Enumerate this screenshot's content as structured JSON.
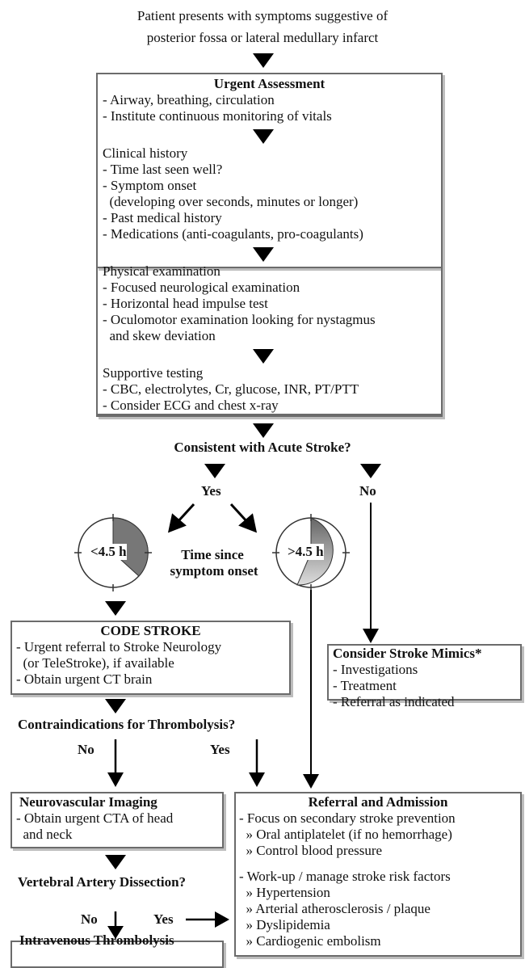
{
  "intro": [
    "Patient presents with symptoms suggestive of",
    "posterior fossa or lateral medullary infarct"
  ],
  "urgent": {
    "title": "Urgent Assessment",
    "items": [
      "- Airway, breathing, circulation",
      "- Institute continuous monitoring of vitals"
    ],
    "history_title": "Clinical history",
    "history": [
      "- Time last seen well?",
      "- Symptom onset",
      "  (developing over seconds, minutes or longer)",
      "- Past medical history",
      "- Medications (anti-coagulants, pro-coagulants)"
    ],
    "exam_title": "Physical examination",
    "exam": [
      "- Focused neurological examination",
      "- Horizontal head impulse test",
      "- Oculomotor examination looking for nystagmus",
      "  and skew deviation"
    ],
    "support_title": "Supportive testing",
    "support": [
      "- CBC, electrolytes, Cr, glucose, INR, PT/PTT",
      "- Consider ECG and chest x-ray"
    ]
  },
  "q_stroke": "Consistent with Acute Stroke?",
  "yes": "Yes",
  "no": "No",
  "clock_left": "<4.5 h",
  "clock_right": ">4.5 h",
  "time_since": [
    "Time since",
    "symptom onset"
  ],
  "code_stroke": {
    "title": "CODE STROKE",
    "items": [
      "- Urgent referral to Stroke Neurology",
      "  (or TeleStroke), if available",
      "- Obtain urgent CT brain"
    ]
  },
  "mimics": {
    "title": "Consider Stroke Mimics*",
    "items": [
      "- Investigations",
      "- Treatment",
      "- Referral as indicated"
    ]
  },
  "q_contra": "Contraindications for Thrombolysis?",
  "contra_no": "No",
  "contra_yes": "Yes",
  "neuro": {
    "title": "Neurovascular Imaging",
    "items": [
      "- Obtain urgent CTA of head",
      "  and neck"
    ]
  },
  "referral": {
    "title": "Referral and Admission",
    "items": [
      "- Focus on secondary stroke prevention",
      "  » Oral antiplatelet (if no hemorrhage)",
      "  » Control blood pressure",
      "- Work-up / manage stroke risk factors",
      "  » Hypertension",
      "  » Arterial atherosclerosis / plaque",
      "  » Dyslipidemia",
      "  » Cardiogenic embolism"
    ]
  },
  "q_vad": "Vertebral Artery Dissection?",
  "vad_no": "No",
  "vad_yes": "Yes",
  "iv": {
    "title": "Intravenous Thrombolysis"
  }
}
